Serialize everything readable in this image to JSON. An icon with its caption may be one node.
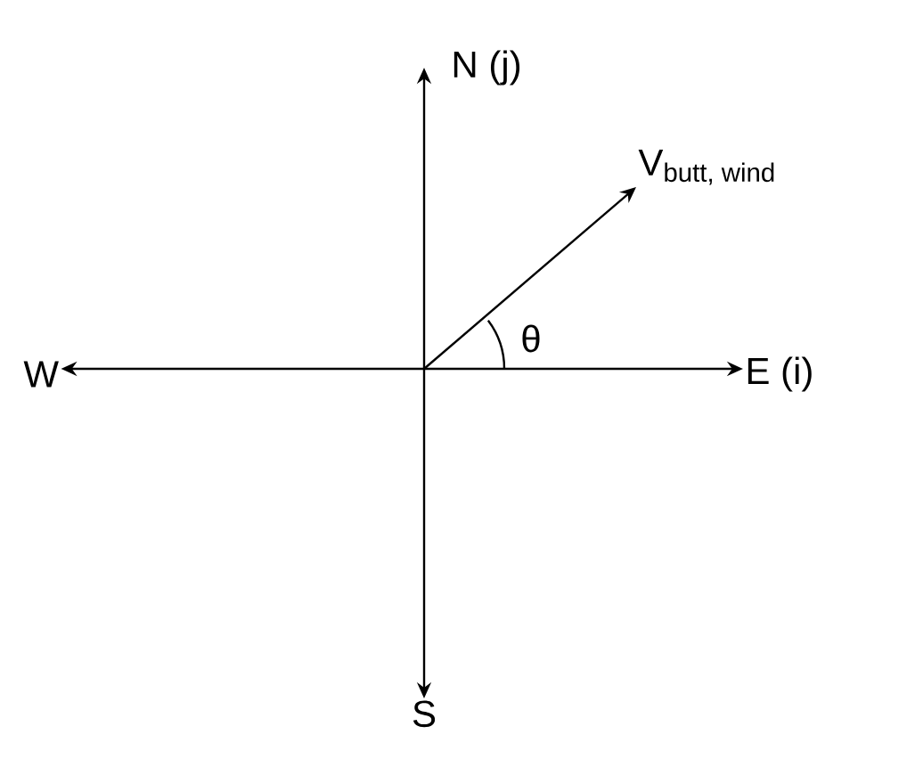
{
  "diagram": {
    "nodes": [
      {
        "text": [
          "N (j)"
        ]
      },
      {
        "text": [
          "E (i)"
        ]
      },
      {
        "text": [
          "S"
        ]
      },
      {
        "text": [
          "W"
        ]
      },
      {
        "text": [
          "\\text{V}_{\\text{butt, wind}}"
        ]
      }
    ],
    "edges": [
      {
        "from": null,
        "to": 0,
        "arrow": "to"
      },
      {
        "from": null,
        "to": 1,
        "arrow": "to"
      },
      {
        "from": null,
        "to": 2,
        "arrow": "to"
      },
      {
        "from": null,
        "to": 3,
        "arrow": "to"
      },
      {
        "from": null,
        "to": 4,
        "arrow": "to"
      }
    ],
    "labels": [
      "θ"
    ]
  }
}
